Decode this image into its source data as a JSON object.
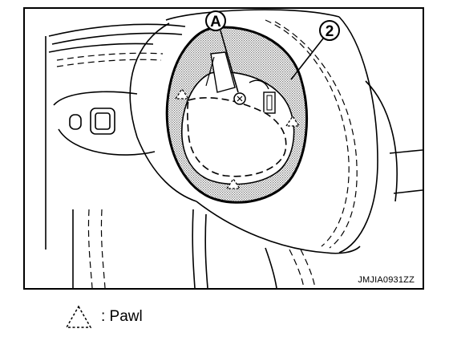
{
  "figure": {
    "code": "JMJIA0931ZZ",
    "callouts": [
      {
        "id": "A",
        "label": "A"
      },
      {
        "id": "2",
        "label": "2"
      }
    ]
  },
  "legend": {
    "symbol_icon": "pawl-triangle-icon",
    "text": ": Pawl"
  },
  "colors": {
    "line": "#000000",
    "hatch": "#b8b8b8",
    "background": "#ffffff"
  }
}
